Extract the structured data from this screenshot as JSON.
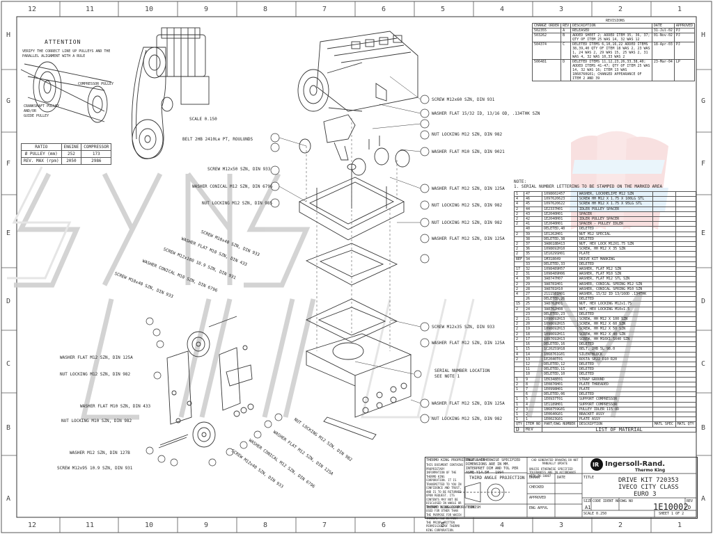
{
  "frame": {
    "top_numbers": [
      "12",
      "11",
      "10",
      "9",
      "8",
      "7",
      "6",
      "5",
      "4",
      "3",
      "2",
      "1"
    ],
    "side_letters": [
      "H",
      "G",
      "F",
      "E",
      "D",
      "C",
      "B",
      "A"
    ]
  },
  "attention": {
    "heading": "ATTENTION",
    "note_line1": "VERIFY THE CORRECT LINE UP PULLEYS AND THE",
    "note_line2": "PARALLEL ALIGNMENT WITH A RULE",
    "label_compressor": "COMPRESSOR PULLEY",
    "label_crankshaft1": "CRANKSHAFT PULLEY",
    "label_crankshaft2": "AND/OR",
    "label_crankshaft3": "GUIDE PULLEY"
  },
  "scale_label": "SCALE  0.150",
  "belt_label": "BELT 2HB 2410Le PT, ROULUNDS",
  "ratio_table": {
    "headers": [
      "RATIO",
      "ENGINE",
      "COMPRESSOR"
    ],
    "rows": [
      [
        "Ø PULLEY (mm)",
        "252",
        "173"
      ],
      [
        "REV. MAX (rpm)",
        "2050",
        "2986"
      ]
    ]
  },
  "callouts_top": [
    "SCREW M12x60 SZN, DIN 931",
    "WASHER FLAT 15/32 ID, 13/16 OD, .134THK SZN",
    "NUT LOCKING M12 SZN, DIN 982",
    "WASHER FLAT M10 SZN, DIN 9021",
    "WASHER FLAT M12 SZN, DIN 125A",
    "NUT LOCKING M12 SZN, DIN 982",
    "NUT LOCKING M12 SZN, DIN 982",
    "WASHER FLAT M12 SZN, DIN 125A"
  ],
  "callouts_left_top": [
    "SCREW M12x50 SZN, DIN 933",
    "WASHER CONICAL M12 SZN, DIN 6796",
    "NUT LOCKING M12 SZN, DIN 985"
  ],
  "callouts_diagonal": [
    "SCREW M10x40 SZN, DIN 933",
    "WASHER FLAT M10 SZN, DIN 433",
    "SCREW M12x100 10.9 SZN, DIN 931",
    "WASHER CONICAL M10 SZN, DIN 6796",
    "SCREW M10x40 SZN, DIN 933"
  ],
  "callouts_left_bottom": [
    "WASHER FLAT M12 SZN, DIN 125A",
    "NUT LOCKING M12 SZN, DIN 982",
    "WASHER FLAT M10 SZN, DIN 433",
    "NUT LOCKING M10 SZN, DIN 982",
    "WASHER M12 SZN, DIN 127B",
    "SCREW M12x95 10.9 SZN, DIN 931"
  ],
  "callouts_bottom_diag": [
    "NUT LOCKING M12 SZN, DIN 982",
    "WASHER FLAT M12 SZN, DIN 125A",
    "WASHER CONICAL M12 SZN, DIN 6796",
    "SCREW M12x40 SZN, DIN 933"
  ],
  "callouts_right_bottom": [
    "SCREW M12x35 SZN, DIN 933",
    "WASHER FLAT M12 SZN, DIN 125A",
    "SERIAL NUMBER LOCATION",
    "SEE NOTE 1",
    "WASHER FLAT M12 SZN, DIN 125A",
    "NUT LOCKING M12 SZN, DIN 982"
  ],
  "revisions": {
    "title": "REVISIONS",
    "headers": [
      "CHANGE ORDER",
      "REV",
      "DESCRIPTION",
      "DATE",
      "APPROVED"
    ],
    "rows": [
      [
        "502355",
        "A",
        "RELEASED",
        "31-Jul-02",
        "PJ"
      ],
      [
        "503262",
        "B",
        "ADDED SHEET 2; ADDED ITEM 35, 36, 37; QTY OF ITEM 25 WAS 14, 32 WAS 12",
        "01-Nov-02",
        "PJ"
      ],
      [
        "504374",
        "C",
        "DELETED ITEMS 6,10,16,22 ADDED ITEMS 38,39,40 QTY OF ITEM 18 WAS 2, 23 WAS 1, 24 WAS 2, 29 WAS 15, 25 WAS 2, 31 WAS 4, 32 WAS 10,33 WAS 2",
        "18-Apr-03",
        "PJ"
      ],
      [
        "506481",
        "D",
        "DELETED ITEMS 11,12,23,26,33,38,40; ADDED ITEMS 41-47; QTY OF ITEM 25 WAS 14, 32 WAS 16; ITEM 13 WAS 1B68760G01; CHANGED APPEARANCE OF ITEM 2 AND 39",
        "23-Mar-04",
        "LP"
      ]
    ]
  },
  "note": {
    "title": "NOTE:",
    "line1": "1. SERIAL NUMBER LETTERING TO BE STAMPED ON THE MARKED AREA"
  },
  "bom": {
    "rows": [
      [
        "1",
        "47",
        "1098602457",
        "WASHER, LOCKHELIPE M12 SZN"
      ],
      [
        "4",
        "46",
        "1097620623",
        "SCREW HH M12 X 1.75 X 100LG STL"
      ],
      [
        "4",
        "45",
        "1097620622",
        "SCREW HH M12 X 1.75 X 95LG STL"
      ],
      [
        "2",
        "44",
        "1E2337H01",
        "IDLER PULLEY SPACER"
      ],
      [
        "2",
        "43",
        "1E2040H01",
        "SPACER"
      ],
      [
        "2",
        "42",
        "1E2040H01",
        "IDLER PULLEY SPACER"
      ],
      [
        "2",
        "41",
        "1E2040H01",
        "SPACER - PULLEY IDLER"
      ],
      [
        "",
        "40",
        "DELETED,40",
        "DELETED"
      ],
      [
        "2",
        "39",
        "1E1262H01",
        "NUT M12 SPECIAL"
      ],
      [
        "",
        "38",
        "DELETED,38",
        "DELETED"
      ],
      [
        "2",
        "37",
        "3A8618B413",
        "NUT, HEX LOCK M12X1.75 SZN"
      ],
      [
        "2",
        "36",
        "1098692H10",
        "SCREW, HH M12 X 35 SZN"
      ],
      [
        "2",
        "35",
        "1E1029SH01",
        "PLATE"
      ],
      [
        "REF",
        "34",
        "1M318049",
        "DRIVE KIT MARKING"
      ],
      [
        "",
        "33",
        "DELETED,33",
        "DELETED"
      ],
      [
        "17",
        "32",
        "1098489H57",
        "WASHER, FLAT M12 SZN"
      ],
      [
        "2",
        "31",
        "1098489H06",
        "WASHER, FLAT M10 SZN"
      ],
      [
        "4",
        "30",
        "3A8747H07",
        "WASHER, FLAT M12 STL SZN"
      ],
      [
        "2",
        "29",
        "3A8781H01",
        "WASHER, CONICAL SPRING M12 SZN"
      ],
      [
        "2",
        "28",
        "3A8781H10",
        "WASHER, CONICAL SPRING M10 SZN"
      ],
      [
        "4",
        "27",
        "2111581H01",
        "WASHER, 15/32 ID 13/16OD .134THK"
      ],
      [
        "",
        "26",
        "DELETED,26",
        "DELETED"
      ],
      [
        "15",
        "25",
        "3A8762H01",
        "NUT, HEX LOCKING M12x1.75"
      ],
      [
        "2",
        "24",
        "3A8762H08",
        "NUT, HEX LOCKING M10x1.5"
      ],
      [
        "",
        "23",
        "DELETED,23",
        "DELETED"
      ],
      [
        "2",
        "21",
        "1098692H13",
        "SCREW, HH M12 X 100 SZN"
      ],
      [
        "2",
        "20",
        "1098692H15",
        "SCREW, HH M12 X 60 SZN"
      ],
      [
        "2",
        "19",
        "1098692H13",
        "SCREW, HH M12 X 50 SZN"
      ],
      [
        "2",
        "18",
        "1098692H11",
        "SCREW, HH M12 X 40 SZN"
      ],
      [
        "2",
        "17",
        "1097692H13",
        "SCREW, HH M10X1.5X40 SZN"
      ],
      [
        "",
        "16",
        "DELETED,16",
        "DELETED"
      ],
      [
        "1",
        "15",
        "1C2025SH18",
        "BELT, 2HB 5L 98.0"
      ],
      [
        "4",
        "14",
        "1B68761G01",
        "SILENTBLOCK"
      ],
      [
        "2",
        "13",
        "1E2040T01",
        "ROSTA SE22 D10 R20"
      ],
      [
        "",
        "12",
        "DELETED,12",
        "DELETED"
      ],
      [
        "",
        "11",
        "DELETED,11",
        "DELETED"
      ],
      [
        "",
        "10",
        "DELETED,10",
        "DELETED"
      ],
      [
        "1",
        "9",
        "1E6348E01",
        "STRAP GROUND"
      ],
      [
        "2",
        "8",
        "1E0876H01",
        "PLATE THREADED"
      ],
      [
        "1",
        "7",
        "1E0998H01",
        "PLATE"
      ],
      [
        "",
        "6",
        "DELETED,06",
        "DELETED"
      ],
      [
        "1",
        "5",
        "1E0937T01",
        "SUPPORT COMPRESSOR"
      ],
      [
        "1",
        "4",
        "1E1189H01",
        "SUPPORT COMPRESSOR"
      ],
      [
        "2",
        "3",
        "1B68759G01",
        "PULLEY IDLER 115 OD"
      ],
      [
        "1",
        "2",
        "1E0640G01",
        "BRACKET ASSY"
      ],
      [
        "1",
        "1",
        "1E0023G01",
        "PLATE ASSY"
      ]
    ],
    "footer_cols": [
      "QTY",
      "ITEM NO",
      "PART/DWG NUMBER",
      "DESCRIPTION",
      "MATL SPEC",
      "MATL QTY"
    ],
    "rev_label": "D",
    "rev_header": "REV",
    "list_title": "LIST OF MATERIAL"
  },
  "title_block": {
    "proprietary_title": "THERMO KING PROPRIETARY DATA",
    "proprietary_text": "THIS DOCUMENT CONTAINS PROPRIETARY INFORMATION OF THE THERMO KING CORPORATION. IT IS TRANSMITTED TO YOU IN CONFIDENCE AND TRUST, AND IS TO BE RETURNED UPON REQUEST. ITS CONTENTS MAY NOT BE DISCLOSED IN WHOLE OR IN PART TO OTHERS OR USED FOR OTHER THAN THE PURPOSE FOR WHICH TRANSMITTED WITHOUT THE PRIOR WRITTEN PERMISSION OF THERMO KING CORPORATION.",
    "corporation": "THERMO KING CORPORATION",
    "dims_text": "UNLESS OTHERWISE SPECIFIED DIMENSIONS ARE IN MM. INTERPRET DIM AND TOL PER ASME Y14.5M - 1994",
    "projection": "THIRD ANGLE PROJECTION",
    "cad_note": "CAD GENERATED DRAWING DO NOT MANUALLY UPDATE",
    "tolerance_note": "UNLESS OTHERWISE SPECIFIED TOLERANCES ARE IN ACCORDANCE WITH TK-10007",
    "drawn": "DRAWN",
    "checked": "CHECKED",
    "approved": "APPROVED",
    "date": "DATE",
    "finish": "FINISH",
    "eng_appvl": "ENG APPVL",
    "title_label": "TITLE",
    "logo_brand": "Ingersoll-Rand.",
    "logo_sub": "Thermo King",
    "title_line1": "DRIVE KIT 720353",
    "title_line2": "IVECO CITY CLASS",
    "title_line3": "EURO 3",
    "size_label": "SIZE",
    "size_value": "A1",
    "code_ident": "CODE IDENT NO",
    "dwg_no_label": "DWG NO",
    "dwg_no": "1E10002",
    "rev_label": "REV",
    "rev_value": "D",
    "scale": "SCALE  0.250",
    "sheet": "SHEET  1  OF  2"
  },
  "colors": {
    "line": "#333333",
    "watermark_red": "#f2c2c2",
    "watermark_blue": "#c9e4f5",
    "watermark_grey": "#d6d6d6"
  }
}
